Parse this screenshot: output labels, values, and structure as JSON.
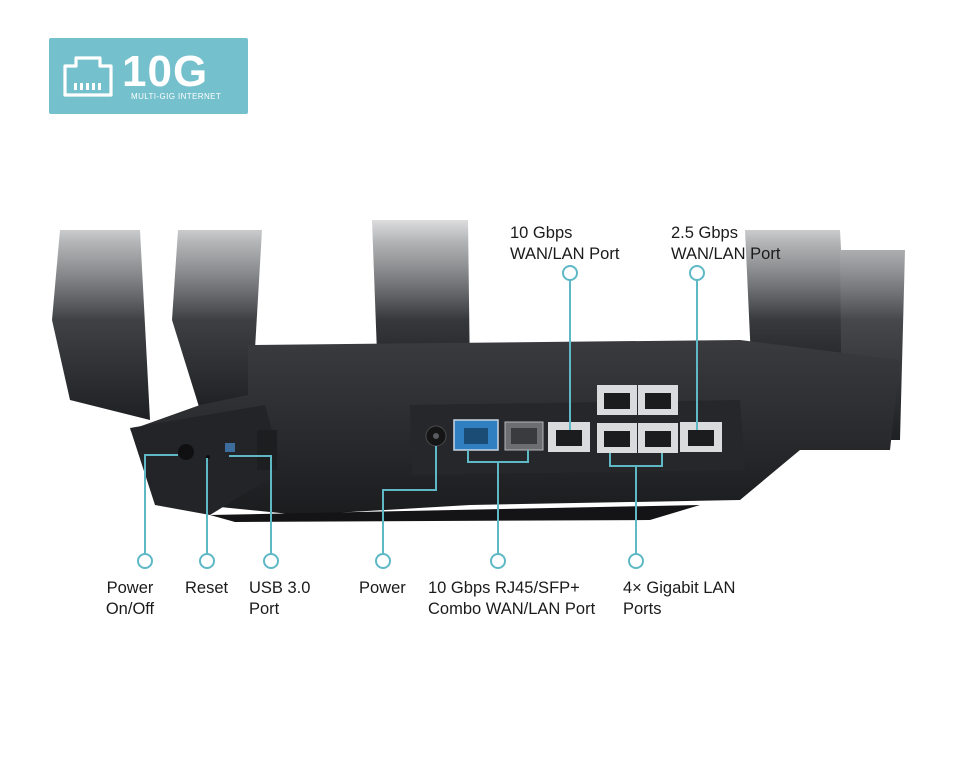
{
  "badge": {
    "big_text": "10G",
    "small_text": "MULTI-GIG INTERNET",
    "icon": "ethernet-port-icon"
  },
  "callouts_top": [
    {
      "line1": "10 Gbps",
      "line2": "WAN/LAN Port"
    },
    {
      "line1": "2.5 Gbps",
      "line2": "WAN/LAN Port"
    }
  ],
  "callouts_bottom": [
    {
      "line1": "Power",
      "line2": "On/Off"
    },
    {
      "line1": "Reset",
      "line2": ""
    },
    {
      "line1": "USB 3.0",
      "line2": "Port"
    },
    {
      "line1": "Power",
      "line2": ""
    },
    {
      "line1": "10 Gbps RJ45/SFP+",
      "line2": "Combo WAN/LAN Port"
    },
    {
      "line1": "4× Gigabit LAN",
      "line2": "Ports"
    }
  ],
  "colors": {
    "accent": "#74c0cc",
    "callout_line": "#5fb8c6",
    "router_body": "#2a2b2e",
    "rj45_highlight": "#2f7fc1"
  }
}
